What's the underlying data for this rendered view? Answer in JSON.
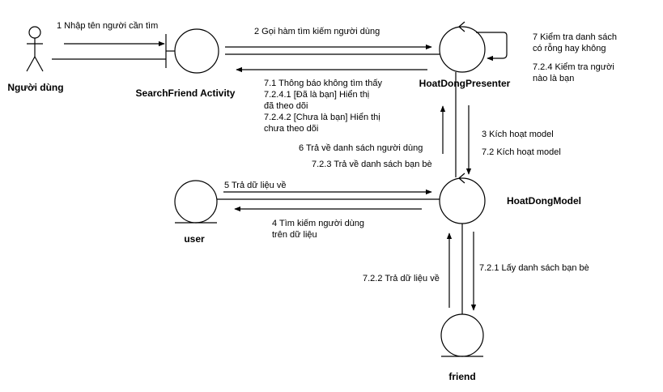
{
  "nodes": {
    "actor": "Người dùng",
    "search_activity": "SearchFriend Activity",
    "presenter": "HoatDongPresenter",
    "model": "HoatDongModel",
    "user": "user",
    "friend": "friend"
  },
  "messages": {
    "m1": "1 Nhập tên người cần tìm",
    "m2": "2 Gọi hàm tìm kiếm người dùng",
    "m3": "3 Kích hoạt model",
    "m4": [
      "4 Tìm kiếm người dùng",
      "trên dữ liệu"
    ],
    "m5": "5 Trả dữ liệu về",
    "m6": "6 Trả về danh sách người dùng",
    "m7": [
      "7 Kiểm tra danh sách",
      "có rỗng hay không"
    ],
    "m7_1": [
      "7.1 Thông báo không tìm thấy",
      "7.2.4.1 [Đã là bạn] Hiển thị",
      "đã theo dõi",
      "7.2.4.2 [Chưa là bạn] Hiển thị",
      "chưa theo dõi"
    ],
    "m7_2": "7.2 Kích hoạt model",
    "m7_2_1": "7.2.1 Lấy danh sách bạn bè",
    "m7_2_2": "7.2.2 Trả dữ liệu về",
    "m7_2_3": "7.2.3 Trả về danh sách bạn bè",
    "m7_2_4": [
      "7.2.4 Kiểm tra người",
      "nào là bạn"
    ]
  }
}
